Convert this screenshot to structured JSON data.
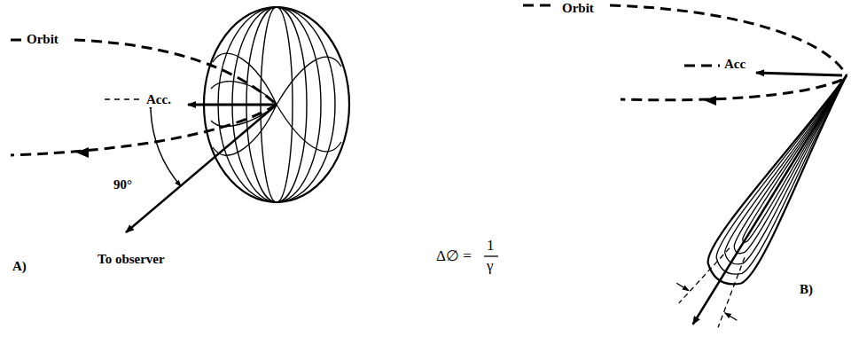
{
  "diagram": {
    "labels": [
      "Orbit",
      "Acc.",
      "90°",
      "To observer",
      "A)",
      "Orbit",
      "Acc",
      "Δ∅ =",
      "1",
      "γ",
      "B)"
    ]
  }
}
